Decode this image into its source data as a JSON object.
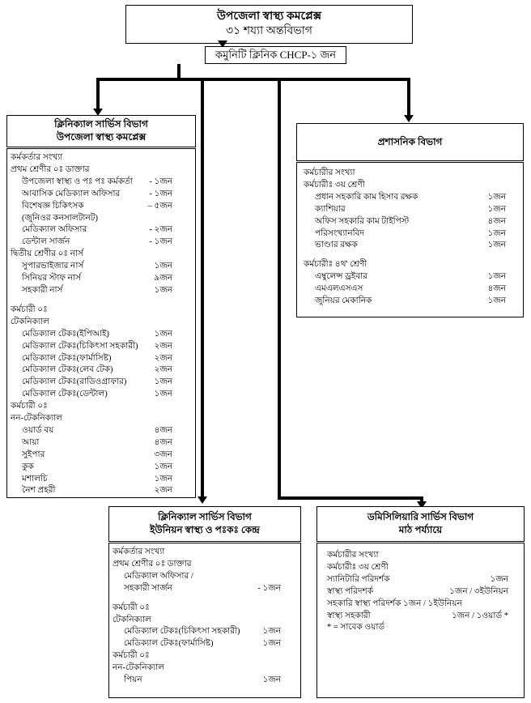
{
  "diagram": {
    "title_root": "উপজেলা স্বাস্থ্য কমপ্লেক্স",
    "subtitle_root": "৩১ শয্যা অন্তবিভাগ",
    "chcp": "কমুনিটি ক্লিনিক CHCP-১ জন"
  },
  "clinical": {
    "header_line1": "ক্লিনিক্যাল সার্ভিস বিভাগ",
    "header_line2": "উপজেলা স্বাস্থ্য কমপ্লেক্স",
    "rows": [
      {
        "label": "কর্মকর্তার সংখ্যা",
        "value": "",
        "indent": 0
      },
      {
        "label": "প্রথম শ্রেণীর ০ঃ ডাক্তার",
        "value": "",
        "indent": 0
      },
      {
        "label": "উপজেলা স্বাস্থ্য ও পঃ পঃ কর্মকর্তা",
        "value": "- ১জন",
        "indent": 1
      },
      {
        "label": "আবাসিক মেডিক্যাল অফিসার",
        "value": "- ১জন",
        "indent": 1
      },
      {
        "label": "বিশেষজ্ঞ  চিকিৎসক",
        "value": "– ৫জন",
        "indent": 1
      },
      {
        "label": "(জুনিওর কনসালটানট)",
        "value": "",
        "indent": 1
      },
      {
        "label": "মেডিক্যাল অফিসার",
        "value": "- ২জন",
        "indent": 1
      },
      {
        "label": "ডেন্টাল সার্জন",
        "value": "- ১জন",
        "indent": 1
      },
      {
        "label": "দ্বিতীয় শ্রেণীর ০ঃ নার্স",
        "value": "",
        "indent": 0
      },
      {
        "label": "সুপারভাইজার নার্স",
        "value": "১জন",
        "indent": 1
      },
      {
        "label": "সিনিয়র স্টাফ  নার্স",
        "value": "৯জন",
        "indent": 1
      },
      {
        "label": "সহকারী নার্স",
        "value": "১জন",
        "indent": 1
      },
      {
        "label": "",
        "value": "",
        "indent": 0,
        "spacer": true
      },
      {
        "label": "কর্মচারী ০ঃ",
        "value": "",
        "indent": 0
      },
      {
        "label": "টেকনিক্যাল",
        "value": "",
        "indent": 0
      },
      {
        "label": "মেডিক্যাল টেকঃ(ইপিআই)",
        "value": "১জন",
        "indent": 1
      },
      {
        "label": "মেডিক্যাল টেকঃ(চিকিৎসা সহকারী)",
        "value": "২জন",
        "indent": 1
      },
      {
        "label": "মেডিক্যাল টেকঃ(ফার্মাসিষ্ট)",
        "value": "২জন",
        "indent": 1
      },
      {
        "label": "মেডিক্যাল টেকঃ(লেব টেক)",
        "value": "২জন",
        "indent": 1
      },
      {
        "label": "মেডিক্যাল টেকঃ(রাডিওগ্রাফার)",
        "value": "১জন",
        "indent": 1
      },
      {
        "label": "মেডিক্যাল টেকঃ(ডেন্টাল)",
        "value": "১জন",
        "indent": 1
      },
      {
        "label": "কর্মচারী ০ঃ",
        "value": "",
        "indent": 0
      },
      {
        "label": "নন-টেকনিক্যাল",
        "value": "",
        "indent": 0
      },
      {
        "label": "ওয়ার্ড বয়",
        "value": "৪জন",
        "indent": 1
      },
      {
        "label": "আয়া",
        "value": "৪জন",
        "indent": 1
      },
      {
        "label": "সুইপার",
        "value": "৩জন",
        "indent": 1
      },
      {
        "label": "কুক",
        "value": "১জন",
        "indent": 1
      },
      {
        "label": "মশালচি",
        "value": "১জন",
        "indent": 1
      },
      {
        "label": "নৈশ প্রহরী",
        "value": "২জন",
        "indent": 1
      }
    ]
  },
  "administrative": {
    "header_line1": "প্রশাসনিক বিভাগ",
    "rows": [
      {
        "label": "কর্মচারীর সংখ্যা",
        "value": "",
        "indent": 0
      },
      {
        "label": "কর্মচারীঃ ৩য় শ্রেণী",
        "value": "",
        "indent": 0
      },
      {
        "label": "প্রধান সহকারি কাম হিসাব রক্ষক",
        "value": "১জন",
        "indent": 1
      },
      {
        "label": "ক্যাশিয়ার",
        "value": "১জন",
        "indent": 1
      },
      {
        "label": "অফিস সহকারি  কাম টাইপিস্ট",
        "value": "৪জন",
        "indent": 1
      },
      {
        "label": "পরিসংখ্যানবিদ",
        "value": "১জন",
        "indent": 1
      },
      {
        "label": "ভাণ্ডার রক্ষক",
        "value": "১জন",
        "indent": 1
      },
      {
        "label": "",
        "value": "",
        "indent": 0,
        "spacer": true
      },
      {
        "label": "কর্মচারীঃ ৪থ' শ্রেণী",
        "value": "",
        "indent": 0
      },
      {
        "label": "এম্বুলেন্স ড্রইবার",
        "value": "১জন",
        "indent": 1
      },
      {
        "label": "এমএলএসএস",
        "value": "৪জন",
        "indent": 1
      },
      {
        "label": "জুনিয়র মেকানিক",
        "value": "১জন",
        "indent": 1
      }
    ]
  },
  "union": {
    "header_line1": "ক্লিনিক্যাল সার্ভিস বিভাগ",
    "header_line2": "ইউনিয়ন স্বাস্থ্য ও পঃকঃ কেন্দ্র",
    "rows": [
      {
        "label": "কর্মকর্তার সংখ্যা",
        "value": "",
        "indent": 0
      },
      {
        "label": "প্রথম শ্রেণীর ০ঃ ডাক্তার",
        "value": "",
        "indent": 0
      },
      {
        "label": "মেডিক্যাল অফিসার /",
        "value": "",
        "indent": 1
      },
      {
        "label": "সহকারী সার্জন",
        "value": "- ১জন",
        "indent": 1
      },
      {
        "label": "",
        "value": "",
        "indent": 0,
        "spacer": true
      },
      {
        "label": "কর্মচারী ০ঃ",
        "value": "",
        "indent": 0
      },
      {
        "label": "টেকনিক্যাল",
        "value": "",
        "indent": 0
      },
      {
        "label": "মেডিক্যাল টেকঃ(চিকিৎসা সহকারী)",
        "value": "১জন",
        "indent": 1
      },
      {
        "label": "মেডিক্যাল টেকঃ(ফার্মাসিষ্ট)",
        "value": "১জন",
        "indent": 1
      },
      {
        "label": "কর্মচারী ০ঃ",
        "value": "",
        "indent": 0
      },
      {
        "label": "নন-টেকনিক্যাল",
        "value": "",
        "indent": 0
      },
      {
        "label": "পিয়ন",
        "value": "১জন",
        "indent": 1
      }
    ]
  },
  "domiciliary": {
    "header_line1": "ডমিসিলিয়ারি সার্ভিস বিভাগ",
    "header_line2": "মাঠ পর্য্যায়ে",
    "rows": [
      {
        "label": "কর্মচারীর সংখ্যা",
        "value": "",
        "indent": 0
      },
      {
        "label": "কর্মচারীঃ ৩য় শ্রেণী",
        "value": "",
        "indent": 0
      },
      {
        "label": "স্যানিটারি পরিদর্শক",
        "value": "১জন",
        "indent": 0
      },
      {
        "label": "স্বাস্থ্য পরিদশর্ক",
        "value": "১জন / ৩ইউনিয়ন",
        "indent": 0
      },
      {
        "label": "সহকারি স্বাস্থ্য পরিদর্শক ১জন / ১ইউনিয়ন",
        "value": "",
        "indent": 0
      },
      {
        "label": "স্বাস্থ্য সহকারী",
        "value": "১জন / ১ওয়ার্ড *",
        "indent": 0
      },
      {
        "label": "* = সাবেক ওয়ার্ড",
        "value": "",
        "indent": 0
      }
    ]
  }
}
